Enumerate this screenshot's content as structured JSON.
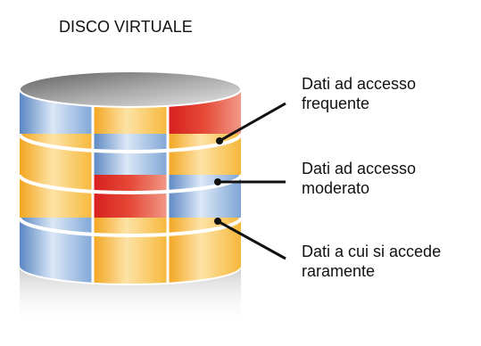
{
  "title": "DISCO VIRTUALE",
  "labels": {
    "frequent": [
      "Dati ad accesso",
      "frequente"
    ],
    "moderate": [
      "Dati ad accesso",
      "moderato"
    ],
    "rare": [
      "Dati a cui si accede",
      "raramente"
    ]
  },
  "colors": {
    "blue": "#7fa6d6",
    "orange": "#f6b83a",
    "red": "#e3372f",
    "line": "#111111",
    "text": "#111111"
  },
  "disk_grid": [
    [
      "blue",
      "orange",
      "red"
    ],
    [
      "orange",
      "blue",
      "orange"
    ],
    [
      "orange",
      "red",
      "blue"
    ],
    [
      "blue",
      "orange",
      "orange"
    ]
  ]
}
